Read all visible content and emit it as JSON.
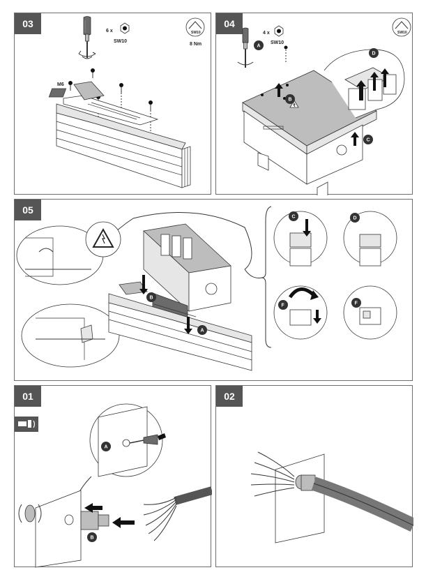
{
  "steps": {
    "s03": {
      "number": "03",
      "qty": "6 x",
      "tool": "SW10",
      "torque": "8 Nm",
      "screw": "M6"
    },
    "s04": {
      "number": "04",
      "qty": "4 x",
      "tool": "SW10",
      "icon_tool": "SW10"
    },
    "s05": {
      "number": "05"
    },
    "s01": {
      "number": "01"
    },
    "s02": {
      "number": "02"
    }
  },
  "s03_icon_tool": "SW10",
  "callouts": {
    "a": "A",
    "b": "B",
    "c": "C",
    "d": "D",
    "f": "F"
  }
}
